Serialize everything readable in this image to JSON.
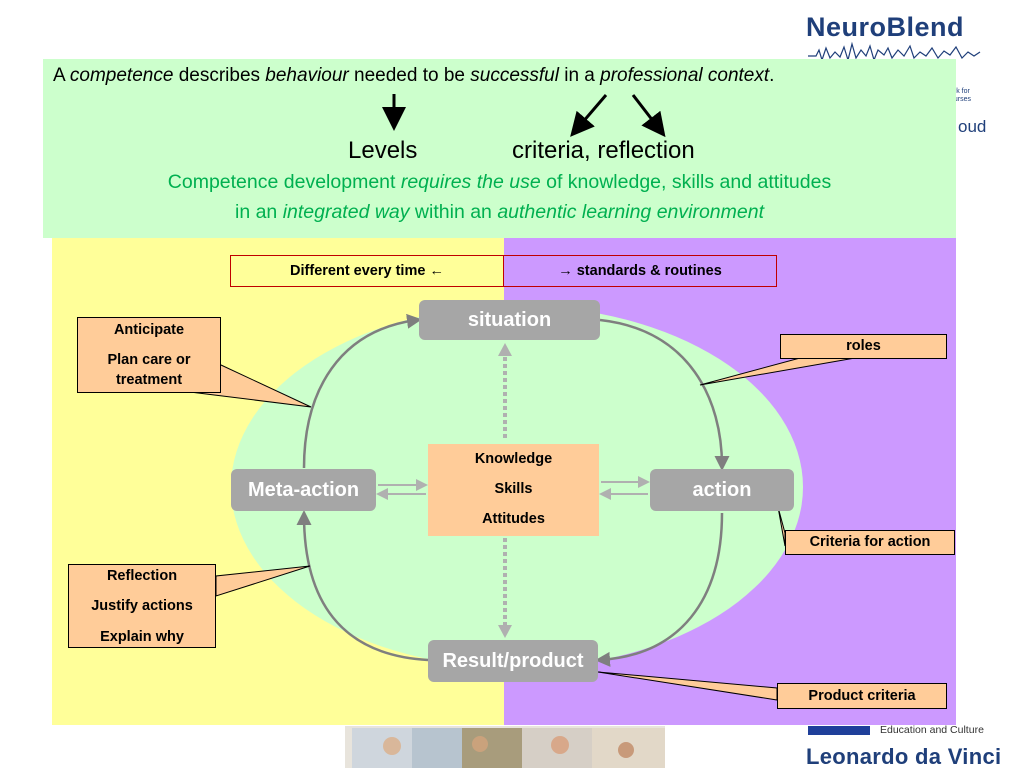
{
  "logo": {
    "name": "NeuroBlend",
    "partial_line1": "ork for",
    "partial_line2": "nurses",
    "partial_word": "oud"
  },
  "definition": {
    "p1": "A ",
    "competence": "competence",
    "p2": " describes ",
    "behaviour": "behaviour",
    "p3": " needed to be ",
    "successful": "successful",
    "p4": " in a ",
    "professional_context": "professional context",
    "p5": "."
  },
  "levels": "Levels",
  "criteria_reflection": "criteria, reflection",
  "development": {
    "line1_a": "Competence development ",
    "line1_b": "requires the use",
    "line1_c": " of knowledge, skills and attitudes",
    "line2_a": "in an ",
    "line2_b": "integrated way",
    "line2_c": " within an ",
    "line2_d": "authentic learning environment"
  },
  "split": {
    "left": "Different every time ←",
    "right": "→ standards & routines"
  },
  "nodes": {
    "situation": "situation",
    "meta_action": "Meta-action",
    "action": "action",
    "result": "Result/product"
  },
  "center": {
    "knowledge": "Knowledge",
    "skills": "Skills",
    "attitudes": "Attitudes"
  },
  "callouts": {
    "anticipate": "Anticipate",
    "plan": "Plan care or treatment",
    "roles": "roles",
    "criteria_action": "Criteria for action",
    "reflection": "Reflection",
    "justify": "Justify actions",
    "explain": "Explain why",
    "product_criteria": "Product criteria"
  },
  "footer": {
    "edu": "Education and Culture",
    "program": "Leonardo da Vinci"
  },
  "colors": {
    "green_text": "#00b050",
    "top_box": "#ccffcc",
    "yellow": "#ffff99",
    "purple": "#cc99ff",
    "node": "#a6a6a6",
    "callout": "#ffcc99",
    "logo_blue": "#1f3f7a"
  }
}
